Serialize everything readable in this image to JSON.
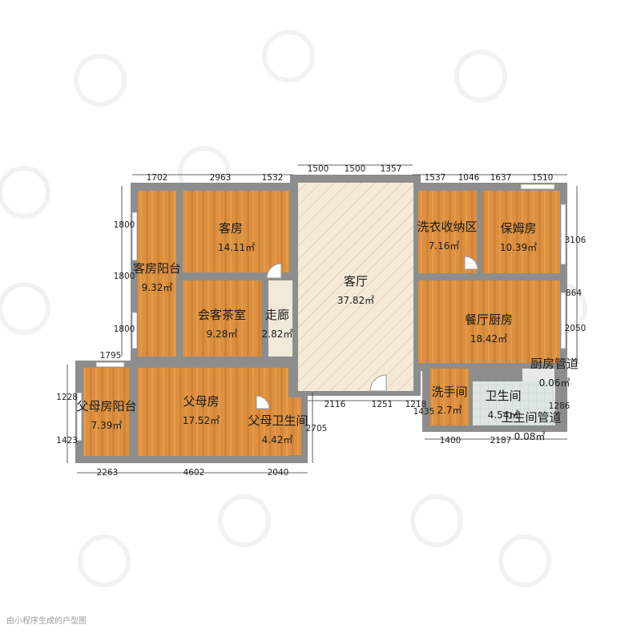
{
  "rooms": {
    "guest_room": {
      "name": "客房",
      "area": "14.11㎡"
    },
    "guest_balcony": {
      "name": "客房阳台",
      "area": "9.32㎡"
    },
    "tea_room": {
      "name": "会客茶室",
      "area": "9.28㎡"
    },
    "corridor": {
      "name": "走廊",
      "area": "2.82㎡"
    },
    "living_room": {
      "name": "客厅",
      "area": "37.82㎡"
    },
    "laundry": {
      "name": "洗衣收纳区",
      "area": "7.16㎡"
    },
    "nanny_room": {
      "name": "保姆房",
      "area": "10.39㎡"
    },
    "dining_kitchen": {
      "name": "餐厅厨房",
      "area": "18.42㎡"
    },
    "kitchen_pipe": {
      "name": "厨房管道",
      "area": "0.06㎡"
    },
    "washroom": {
      "name": "洗手间",
      "area": "2.7㎡"
    },
    "bathroom": {
      "name": "卫生间",
      "area": "4.54㎡"
    },
    "bathroom_pipe": {
      "name": "卫生间管道",
      "area": "0.08㎡"
    },
    "parents_balcony": {
      "name": "父母房阳台",
      "area": "7.39㎡"
    },
    "parents_room": {
      "name": "父母房",
      "area": "17.52㎡"
    },
    "parents_bath": {
      "name": "父母卫生间",
      "area": "4.42㎡"
    }
  },
  "dimensions": {
    "top_left": [
      "1702",
      "2963",
      "1532"
    ],
    "top_mid": [
      "1500",
      "1500",
      "1357"
    ],
    "top_right": [
      "1537",
      "1046",
      "1637",
      "1510"
    ],
    "left": [
      "1800",
      "1800",
      "1800"
    ],
    "left_upper": "1795",
    "left_lower": [
      "1228",
      "1423"
    ],
    "bottom_left": [
      "2263",
      "4602",
      "2040"
    ],
    "bottom_mid": [
      "2116",
      "1251",
      "1218"
    ],
    "bottom_right": [
      "1400",
      "2187"
    ],
    "right": [
      "3106",
      "864",
      "2050"
    ],
    "right_small": [
      "1286",
      "1435"
    ],
    "parents_bath_right": "2705"
  },
  "watermark": "由小程序生成的户型图"
}
